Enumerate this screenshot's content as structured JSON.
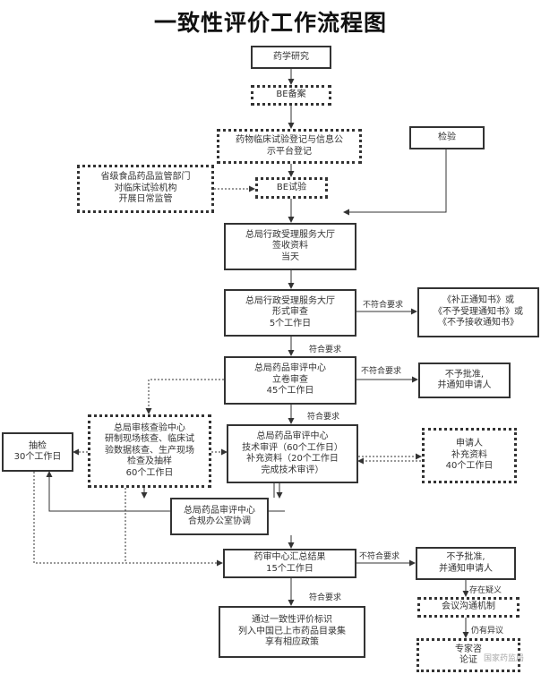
{
  "title": "一致性评价工作流程图",
  "nodes": {
    "research": [
      "药学研究"
    ],
    "be_filing": [
      "BE备案"
    ],
    "registration": [
      "药物临床试验登记与信息公",
      "示平台登记"
    ],
    "inspection_top": [
      "检验"
    ],
    "provincial": [
      "省级食品药品监管部门",
      "对临床试验机构",
      "开展日常监管"
    ],
    "be_test": [
      "BE试验"
    ],
    "receipt": [
      "总局行政受理服务大厅",
      "签收资料",
      "当天"
    ],
    "formal_review": [
      "总局行政受理服务大厅",
      "形式审查",
      "5个工作日"
    ],
    "correction_notice": [
      "《补正通知书》或",
      "《不予受理通知书》或",
      "《不予接收通知书》"
    ],
    "filing_review": [
      "总局药品审评中心",
      "立卷审查",
      "45个工作日"
    ],
    "reject_notify_1": [
      "不予批准,",
      "并通知申请人"
    ],
    "check_center": [
      "总局审核查验中心",
      "研制现场核查、临床试",
      "验数据核查、生产现场",
      "检查及抽样",
      "60个工作日"
    ],
    "sample_test": [
      "抽检",
      "30个工作日"
    ],
    "tech_review": [
      "总局药品审评中心",
      "技术审评（60个工作日）",
      "补充资料（20个工作日",
      "完成技术审评）"
    ],
    "applicant_supplement": [
      "申请人",
      "补充资料",
      "40个工作日"
    ],
    "coordination": [
      "总局药品审评中心",
      "合规办公室协调"
    ],
    "summary": [
      "药审中心汇总结果",
      "15个工作日"
    ],
    "reject_notify_2": [
      "不予批准,",
      "并通知申请人"
    ],
    "meeting": [
      "会议沟通机制"
    ],
    "expert": [
      "专家咨",
      "论证"
    ],
    "final": [
      "通过一致性评价标识",
      "列入中国已上市药品目录集",
      "享有相应政策"
    ]
  },
  "edge_labels": {
    "noncompliant": "不符合要求",
    "compliant": "符合要求",
    "objection": "存在疑义",
    "still_objection": "仍有异议"
  },
  "watermark": "国家药监局"
}
